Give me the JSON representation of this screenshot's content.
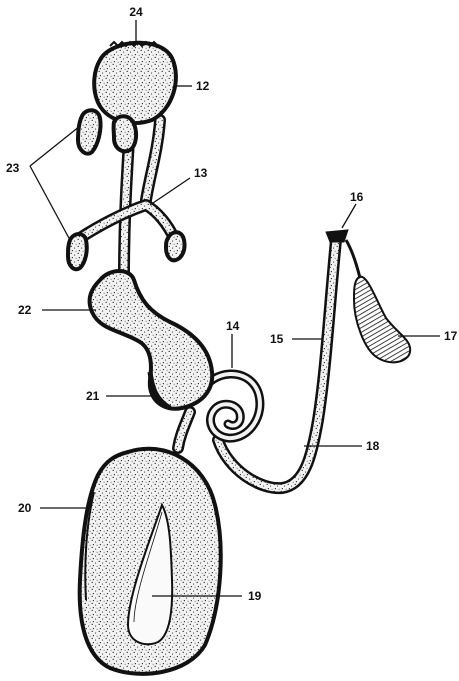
{
  "labels": {
    "l12": "12",
    "l13": "13",
    "l14": "14",
    "l15": "15",
    "l16": "16",
    "l17": "17",
    "l18": "18",
    "l19": "19",
    "l20": "20",
    "l21": "21",
    "l22": "22",
    "l23": "23",
    "l24": "24"
  }
}
